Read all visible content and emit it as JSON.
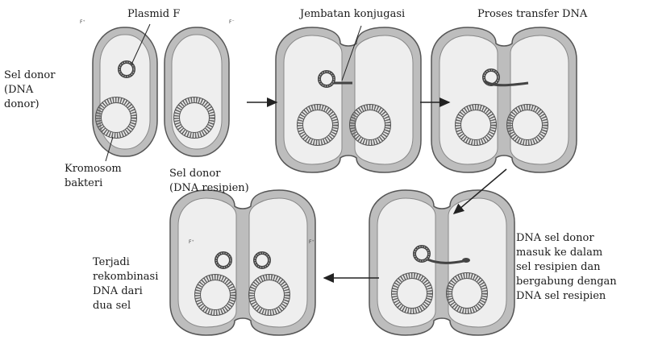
{
  "labels": {
    "plasmid": "Plasmid F",
    "jembatan": "Jembatan konjugasi",
    "proses": "Proses transfer DNA",
    "donor": [
      "Sel donor",
      "(DNA",
      "donor)"
    ],
    "kromosom": [
      "Kromosom",
      "bakteri"
    ],
    "resipien": [
      "Sel donor",
      "(DNA resipien)"
    ],
    "masuk": [
      "DNA sel donor",
      "masuk ke dalam",
      "sel resipien dan",
      "bergabung dengan",
      "DNA sel resipien"
    ],
    "rekombinasi": [
      "Terjadi",
      "rekombinasi",
      "DNA dari",
      "dua sel"
    ]
  },
  "cell_marks": {
    "f_plus": "F⁺",
    "f_minus": "F⁻"
  },
  "colors": {
    "membrane_outer": "#bdbdbd",
    "membrane_inner": "#eeeeee",
    "outline": "#555555",
    "plasmid": "#444444"
  }
}
